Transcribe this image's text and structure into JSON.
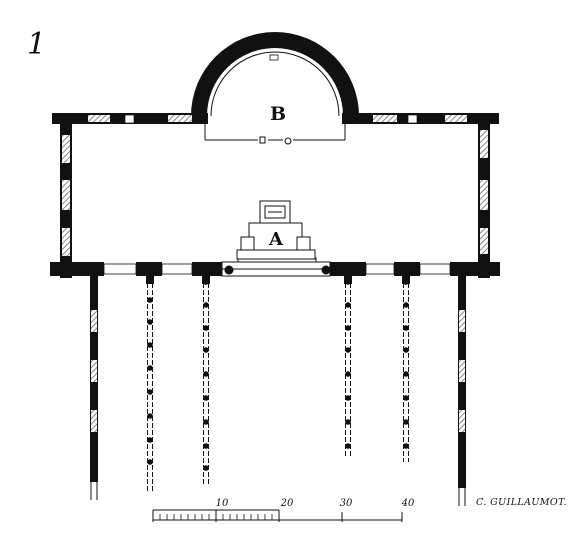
{
  "plate_number": "1",
  "room_labels": {
    "apse": "B",
    "altar": "A"
  },
  "scale_bar": {
    "ticks": [
      "10",
      "20",
      "30",
      "40"
    ]
  },
  "author_credit": "C. GUILLAUMOT.",
  "colors": {
    "ink": "#111111",
    "paper": "#ffffff",
    "hatch": "#7a7a7a"
  }
}
